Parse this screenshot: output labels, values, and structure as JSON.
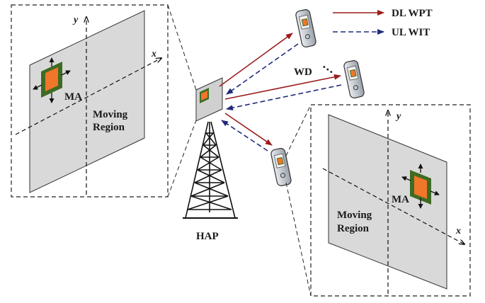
{
  "legend": {
    "dl_label": "DL WPT",
    "ul_label": "UL WIT",
    "dl_color": "#9b1c1c",
    "ul_color": "#1f2a7a"
  },
  "hap_label": "HAP",
  "wd_label": "WD",
  "wd_ellipsis": "…",
  "panel_left": {
    "axis_x": "x",
    "axis_y": "y",
    "antenna_label": "MA",
    "region_line1": "Moving",
    "region_line2": "Region"
  },
  "panel_right": {
    "axis_x": "x",
    "axis_y": "y",
    "antenna_label": "MA",
    "region_line1": "Moving",
    "region_line2": "Region"
  },
  "colors": {
    "plane": "#d9d9d9",
    "antenna_outer": "#3e6b24",
    "antenna_inner": "#f0762a",
    "device_body": "#c9cdd3",
    "tower": "#111111"
  }
}
